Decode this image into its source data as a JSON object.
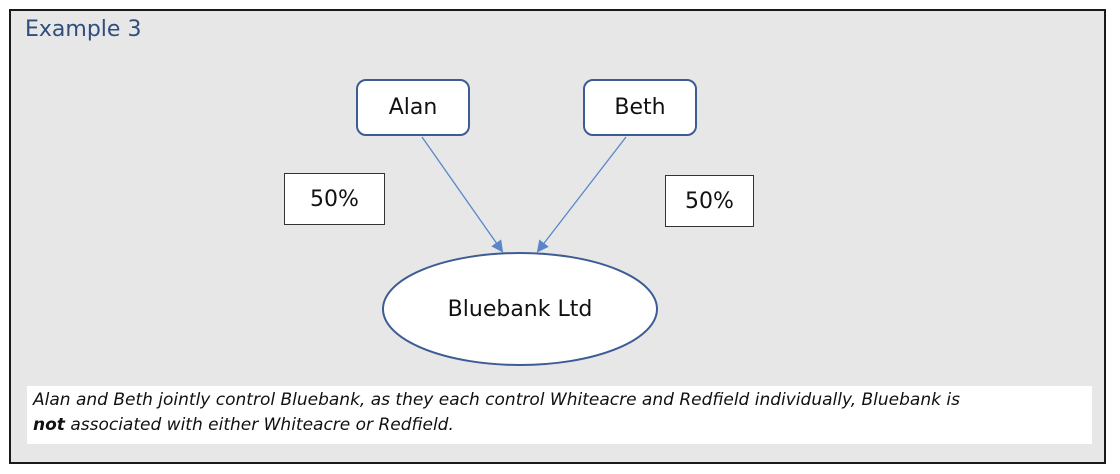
{
  "title": "Example 3",
  "nodes": {
    "alan": "Alan",
    "beth": "Beth",
    "bluebank": "Bluebank Ltd"
  },
  "shares": {
    "alan_pct": "50%",
    "beth_pct": "50%"
  },
  "caption": {
    "line1": "Alan and Beth jointly control Bluebank, as they each control Whiteacre and Redfield individually, Bluebank is",
    "bold_word": "not",
    "line2_rest": " associated with either Whiteacre or Redfield."
  },
  "colors": {
    "background": "#e7e7e7",
    "node_border": "#3d5c95",
    "arrow": "#5a86c9",
    "title": "#2f4e7c"
  }
}
